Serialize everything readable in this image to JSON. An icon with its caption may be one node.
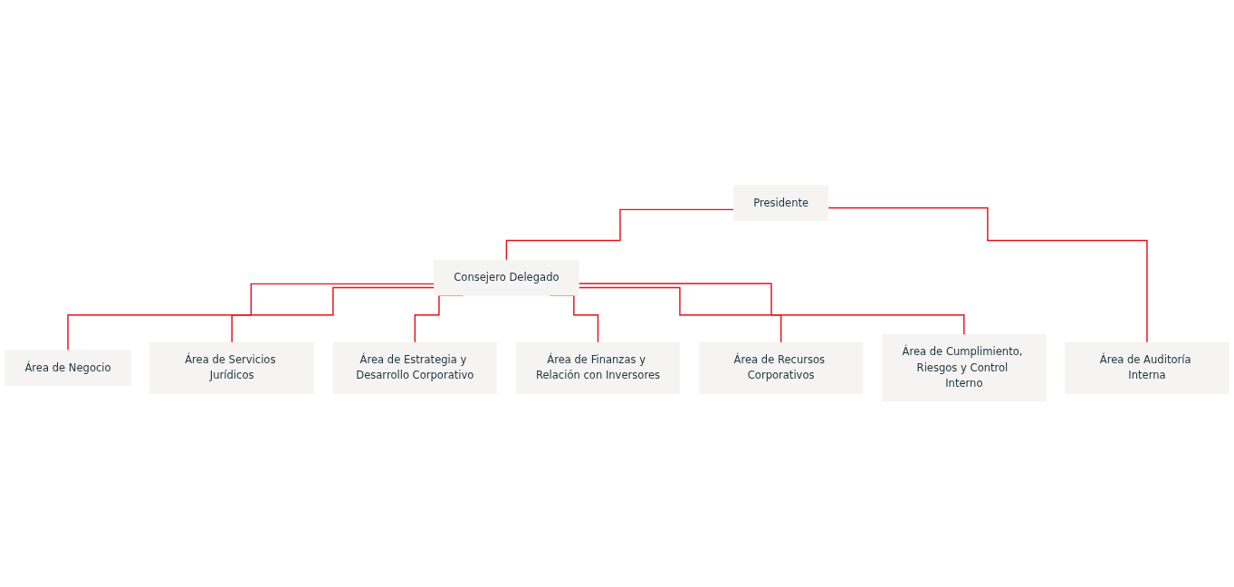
{
  "diagram": {
    "nodes": [
      {
        "text": [
          "Presidente"
        ]
      },
      {
        "text": [
          "Consejero Delegado"
        ]
      },
      {
        "text": [
          "Área de Negocio"
        ]
      },
      {
        "text": [
          "Área de Servicios Jurídicos"
        ]
      },
      {
        "text": [
          "Área de Estrategia y Desarrollo Corporativo"
        ]
      },
      {
        "text": [
          "Área de Finanzas y Relación con Inversores"
        ]
      },
      {
        "text": [
          "Área de Recursos Corporativos"
        ]
      },
      {
        "text": [
          "Área de Cumplimiento, Riesgos y Control Interno"
        ]
      },
      {
        "text": [
          "Área de Auditoría Interna"
        ]
      }
    ],
    "edges": [
      {
        "from": 0,
        "to": 1,
        "arrow": "none"
      },
      {
        "from": 0,
        "to": 8,
        "arrow": "none"
      },
      {
        "from": 1,
        "to": 2,
        "arrow": "none"
      },
      {
        "from": 1,
        "to": 3,
        "arrow": "none"
      },
      {
        "from": 1,
        "to": 4,
        "arrow": "none"
      },
      {
        "from": 1,
        "to": 5,
        "arrow": "none"
      },
      {
        "from": 1,
        "to": 6,
        "arrow": "none"
      },
      {
        "from": 1,
        "to": 7,
        "arrow": "none"
      }
    ]
  }
}
